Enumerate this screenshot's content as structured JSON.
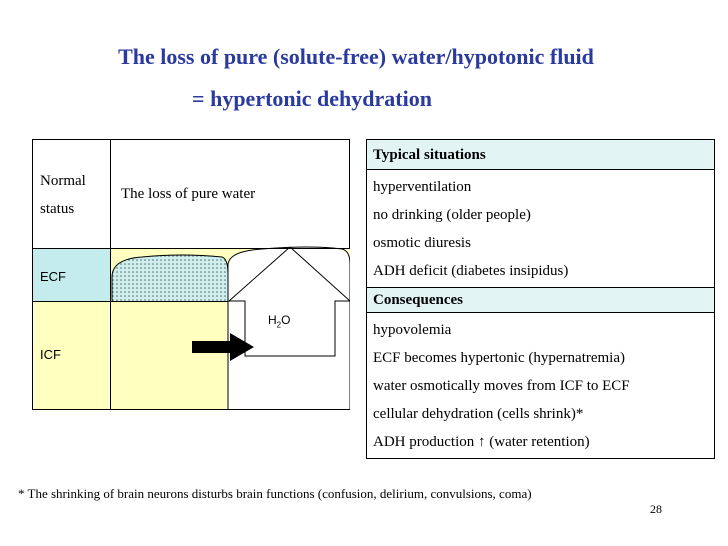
{
  "title": {
    "line1": "The loss of pure (solute-free) water/hypotonic fluid",
    "line2": "= hypertonic dehydration"
  },
  "diagram": {
    "normal_label_line1": "Normal",
    "normal_label_line2": "status",
    "column_header": "The loss of pure water",
    "ecf_label": "ECF",
    "icf_label": "ICF",
    "arrow_label_h": "H",
    "arrow_label_sub": "2",
    "arrow_label_o": "O",
    "colors": {
      "icf_fill": "#ffffc0",
      "ecf_fill": "#c4ecec",
      "arrow": "#000000"
    }
  },
  "typical": {
    "header": "Typical situations",
    "items": [
      "hyperventilation",
      "no drinking (older people)",
      "osmotic diuresis",
      "ADH deficit (diabetes insipidus)"
    ]
  },
  "consequences": {
    "header": "Consequences",
    "items": [
      "hypovolemia",
      "ECF becomes hypertonic (hypernatremia)",
      "water osmotically moves from ICF to ECF",
      "cellular dehydration (cells shrink)*"
    ],
    "last_item_prefix": "ADH production",
    "last_item_arrow": "↑",
    "last_item_suffix": "(water retention)"
  },
  "footnote": "* The shrinking of brain neurons disturbs brain functions (confusion, delirium, convulsions, coma)",
  "page_number": "28"
}
